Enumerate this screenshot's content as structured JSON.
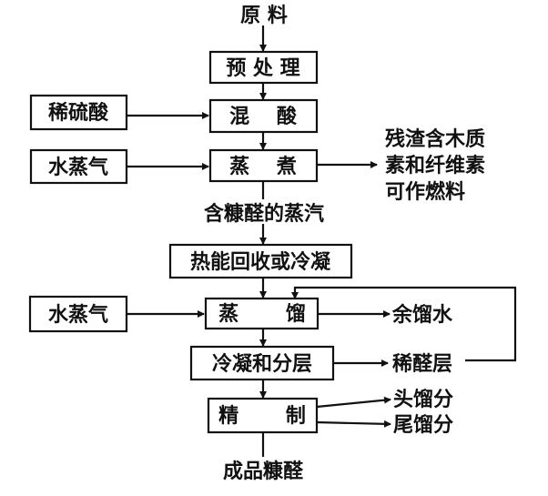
{
  "diagram": {
    "colors": {
      "ink": "#111111",
      "paper": "#ffffff"
    },
    "nodes": {
      "raw_material": "原 料",
      "pretreatment": "预 处 理",
      "mixing_acid": "混　 酸",
      "steam_cooking": "蒸　 煮",
      "heat_recovery": "热能回收或冷凝",
      "distillation": "蒸　 　馏",
      "condense_layer": "冷凝和分层",
      "refining": "精　 　制",
      "final_product": "成品糠醛",
      "dilute_sulfuric_acid": "稀硫酸",
      "steam_in_1": "水蒸气",
      "steam_in_2": "水蒸气",
      "furfural_vapor": "含糠醛的蒸汽",
      "residue_line1": "残渣含木质",
      "residue_line2": "素和纤维素",
      "residue_line3": "可作燃料",
      "residual_water": "余馏水",
      "dilute_furfural_layer": "稀醛层",
      "head_fraction": "头馏分",
      "tail_fraction": "尾馏分"
    }
  }
}
